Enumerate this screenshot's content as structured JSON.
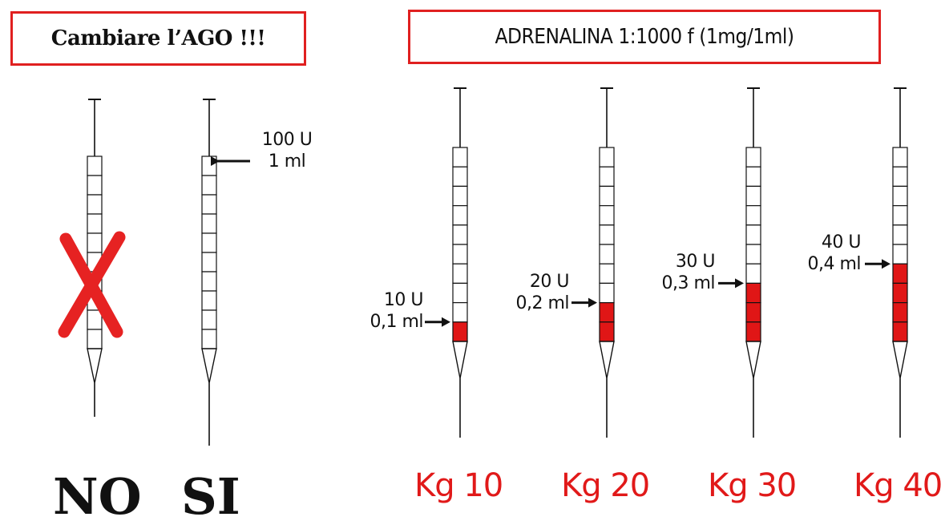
{
  "left_panel": {
    "title": "Cambiare l’AGO !!!",
    "no_label": "NO",
    "yes_label": "SI",
    "yes_dose_units": "100 U",
    "yes_dose_ml": "1 ml",
    "cross_color": "#e62222"
  },
  "right_panel": {
    "title": "ADRENALINA 1:1000 f (1mg/1ml)",
    "syringes": [
      {
        "weight_label": "Kg 10",
        "dose_units": "10 U",
        "dose_ml": "0,1 ml",
        "filled_units": 1
      },
      {
        "weight_label": "Kg 20",
        "dose_units": "20 U",
        "dose_ml": "0,2 ml",
        "filled_units": 2
      },
      {
        "weight_label": "Kg 30",
        "dose_units": "30 U",
        "dose_ml": "0,3 ml",
        "filled_units": 3
      },
      {
        "weight_label": "Kg 40",
        "dose_units": "40 U",
        "dose_ml": "0,4 ml",
        "filled_units": 4
      }
    ]
  },
  "colors": {
    "border": "#e02020",
    "fill": "#e01616",
    "label_red": "#e11919",
    "ink": "#111111"
  }
}
